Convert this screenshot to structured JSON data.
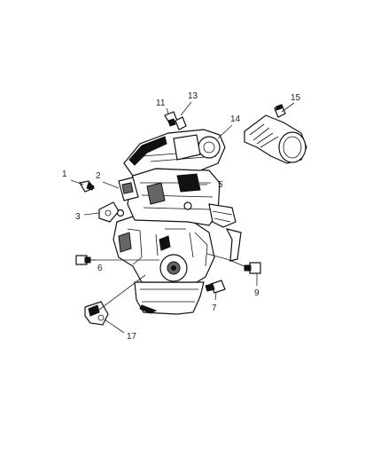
{
  "diagram": {
    "callouts": [
      {
        "id": "1",
        "label": "1"
      },
      {
        "id": "2",
        "label": "2"
      },
      {
        "id": "3",
        "label": "3"
      },
      {
        "id": "5",
        "label": "5"
      },
      {
        "id": "6",
        "label": "6"
      },
      {
        "id": "7",
        "label": "7"
      },
      {
        "id": "9",
        "label": "9"
      },
      {
        "id": "11",
        "label": "11"
      },
      {
        "id": "13",
        "label": "13"
      },
      {
        "id": "14",
        "label": "14"
      },
      {
        "id": "15",
        "label": "15"
      },
      {
        "id": "17",
        "label": "17"
      }
    ]
  }
}
